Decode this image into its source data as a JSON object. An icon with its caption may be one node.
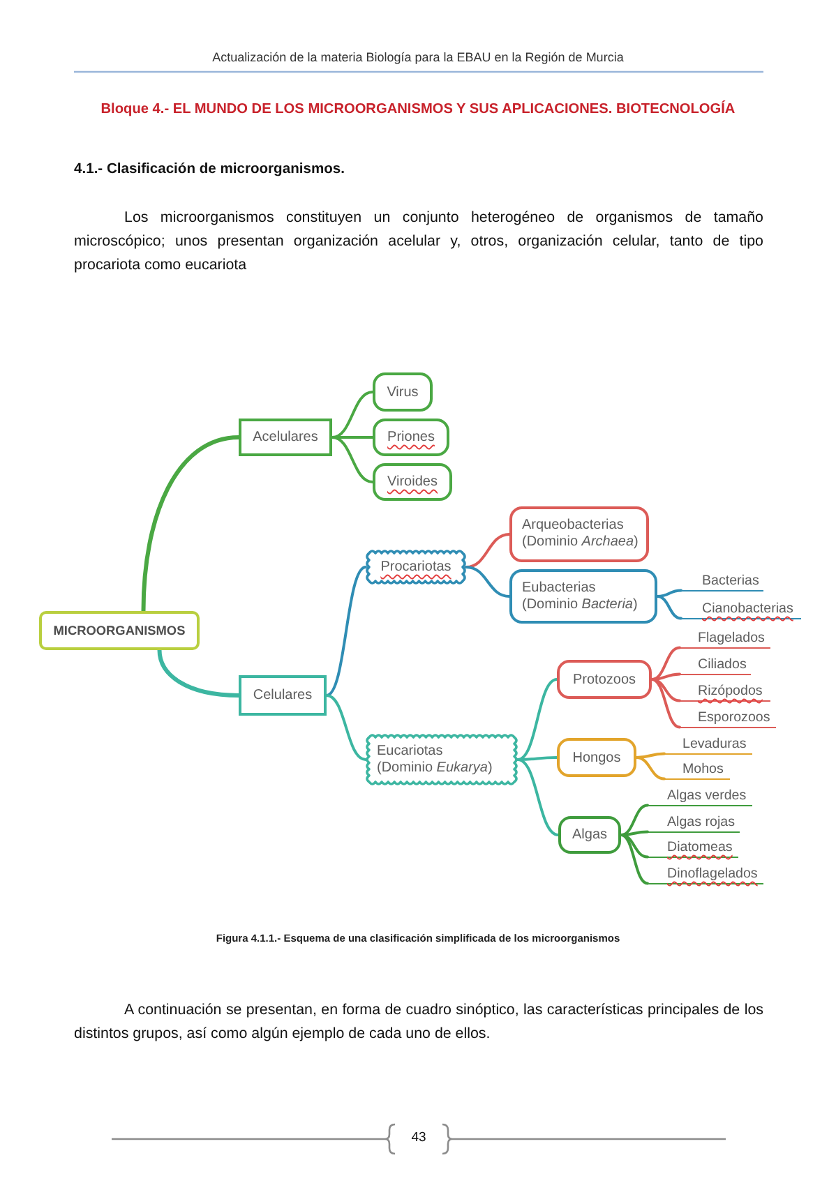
{
  "diagram": {
    "caption": "Figura 4.1.1.- Esquema de una clasificación simplificada de los microorganismos",
    "nodes": [
      {
        "text": [
          "MICROORGANISMOS"
        ]
      },
      {
        "text": [
          "Acelulares"
        ]
      },
      {
        "text": [
          "Virus"
        ]
      },
      {
        "text": [
          "Priones"
        ]
      },
      {
        "text": [
          "Viroides"
        ]
      },
      {
        "text": [
          "Celulares"
        ]
      },
      {
        "text": [
          "Procariotas"
        ]
      },
      {
        "text": [
          "Arqueobacterias (Dominio *Archaea*)"
        ]
      },
      {
        "text": [
          "Eubacterias (Dominio *Bacteria*)"
        ]
      },
      {
        "text": [
          "Bacterias"
        ]
      },
      {
        "text": [
          "Cianobacterias"
        ]
      },
      {
        "text": [
          "Eucariotas (Dominio *Eukarya*)"
        ]
      },
      {
        "text": [
          "Protozoos"
        ]
      },
      {
        "text": [
          "Flagelados"
        ]
      },
      {
        "text": [
          "Ciliados"
        ]
      },
      {
        "text": [
          "Rizópodos"
        ]
      },
      {
        "text": [
          "Esporozoos"
        ]
      },
      {
        "text": [
          "Hongos"
        ]
      },
      {
        "text": [
          "Levaduras"
        ]
      },
      {
        "text": [
          "Mohos"
        ]
      },
      {
        "text": [
          "Algas"
        ]
      },
      {
        "text": [
          "Algas verdes"
        ]
      },
      {
        "text": [
          "Algas rojas"
        ]
      },
      {
        "text": [
          "Diatomeas"
        ]
      },
      {
        "text": [
          "Dinoflagelados"
        ]
      }
    ],
    "edges": [
      {
        "from": 0,
        "to": 1,
        "arrow": "none",
        "color": "#4aa843"
      },
      {
        "from": 0,
        "to": 5,
        "arrow": "none",
        "color": "#3cb6a1"
      },
      {
        "from": 1,
        "to": 2,
        "arrow": "none",
        "color": "#4aa843"
      },
      {
        "from": 1,
        "to": 3,
        "arrow": "none",
        "color": "#4aa843"
      },
      {
        "from": 1,
        "to": 4,
        "arrow": "none",
        "color": "#4aa843"
      },
      {
        "from": 5,
        "to": 6,
        "arrow": "none",
        "color": "#2f8db4"
      },
      {
        "from": 5,
        "to": 11,
        "arrow": "none",
        "color": "#3cb6a1"
      },
      {
        "from": 6,
        "to": 7,
        "arrow": "none",
        "color": "#dc5b57"
      },
      {
        "from": 6,
        "to": 8,
        "arrow": "none",
        "color": "#2f8db4"
      },
      {
        "from": 8,
        "to": 9,
        "arrow": "none",
        "color": "#2f8db4"
      },
      {
        "from": 8,
        "to": 10,
        "arrow": "none",
        "color": "#2f8db4"
      },
      {
        "from": 11,
        "to": 12,
        "arrow": "none",
        "color": "#3cb6a1"
      },
      {
        "from": 11,
        "to": 17,
        "arrow": "none",
        "color": "#3cb6a1"
      },
      {
        "from": 11,
        "to": 20,
        "arrow": "none",
        "color": "#3cb6a1"
      },
      {
        "from": 12,
        "to": 13,
        "arrow": "none",
        "color": "#dc5b57"
      },
      {
        "from": 12,
        "to": 14,
        "arrow": "none",
        "color": "#dc5b57"
      },
      {
        "from": 12,
        "to": 15,
        "arrow": "none",
        "color": "#dc5b57"
      },
      {
        "from": 12,
        "to": 16,
        "arrow": "none",
        "color": "#dc5b57"
      },
      {
        "from": 17,
        "to": 18,
        "arrow": "none",
        "color": "#e2a42b"
      },
      {
        "from": 17,
        "to": 19,
        "arrow": "none",
        "color": "#e2a42b"
      },
      {
        "from": 20,
        "to": 21,
        "arrow": "none",
        "color": "#3f9c3d"
      },
      {
        "from": 20,
        "to": 22,
        "arrow": "none",
        "color": "#3f9c3d"
      },
      {
        "from": 20,
        "to": 23,
        "arrow": "none",
        "color": "#3f9c3d"
      },
      {
        "from": 20,
        "to": 24,
        "arrow": "none",
        "color": "#3f9c3d"
      }
    ],
    "labels": [
      "Actualización de la materia Biología para la EBAU en la Región de Murcia",
      "Bloque 4.- EL MUNDO DE LOS MICROORGANISMOS Y SUS APLICACIONES. BIOTECNOLOGÍA",
      "4.1.- Clasificación de microorganismos.",
      "Los microorganismos constituyen un conjunto heterogéneo de organismos de tamaño microscópico; unos presentan organización acelular y, otros, organización celular, tanto de tipo procariota como eucariota",
      "A continuación se presentan, en forma de cuadro sinóptico, las características principales de los distintos grupos, así como algún ejemplo de cada uno de ellos.",
      "43"
    ]
  }
}
